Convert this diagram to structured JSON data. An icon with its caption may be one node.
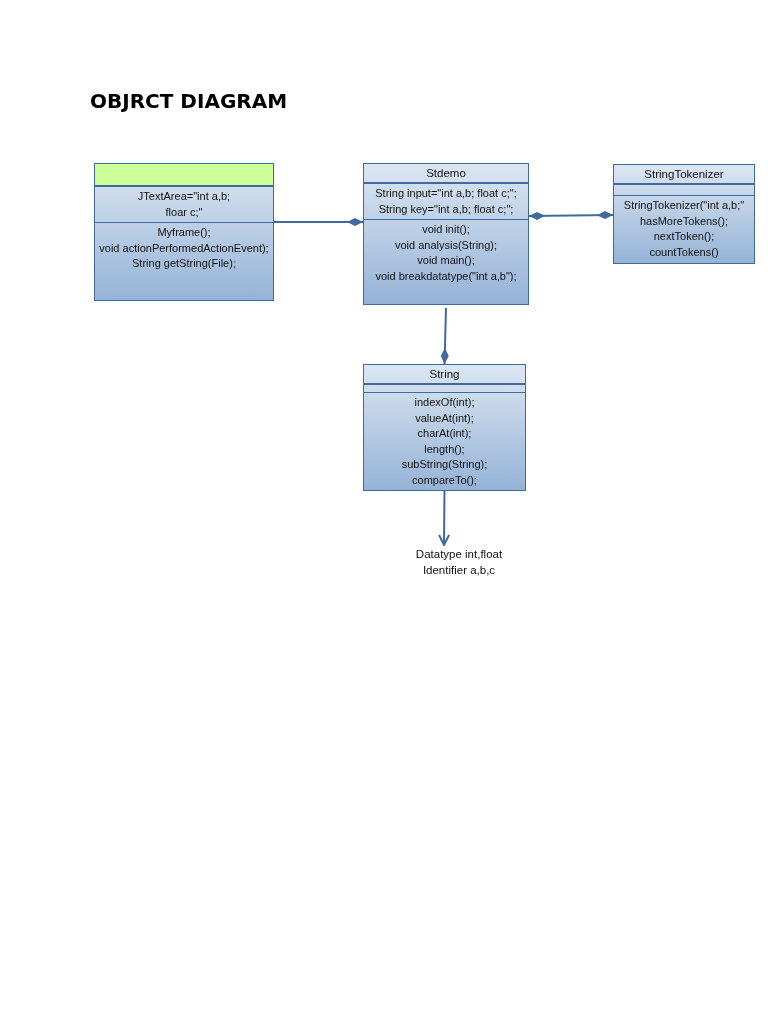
{
  "diagram": {
    "title": "OBJRCT DIAGRAM",
    "nodes": [
      {
        "text": [
          "JTextArea=\"int a,b; floar c;\"",
          "Myframe();",
          "void actionPerformedActionEvent);",
          "String getString(File);"
        ]
      },
      {
        "text": [
          "Stdemo",
          "String input=\"int a,b; float c;\";",
          "String key=\"int a,b; float c;\";",
          "void init();",
          "void analysis(String);",
          "void main();",
          "void breakdatatype(\"int a,b\");"
        ]
      },
      {
        "text": [
          "StringTokenizer",
          "StringTokenizer(\"int a,b;\"",
          "hasMoreTokens();",
          "nextToken();",
          "countTokens()"
        ]
      },
      {
        "text": [
          "String",
          "indexOf(int);",
          "valueAt(int);",
          "charAt(int);",
          "length();",
          "subString(String);",
          "compareTo();"
        ]
      },
      {
        "text": [
          "Datatype int,float",
          "Identifier a,b,c"
        ]
      }
    ],
    "edges": [
      {
        "from": 0,
        "to": 1,
        "arrow": "other"
      },
      {
        "from": 1,
        "to": 2,
        "arrow": "other"
      },
      {
        "from": 1,
        "to": 3,
        "arrow": "other"
      },
      {
        "from": 3,
        "to": 4,
        "arrow": "to"
      }
    ]
  }
}
